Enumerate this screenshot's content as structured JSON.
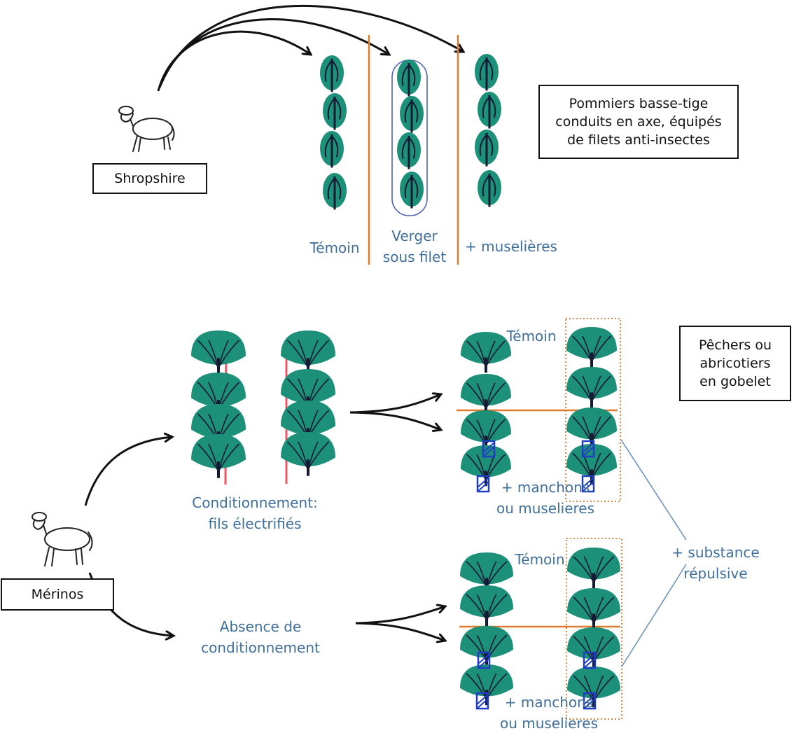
{
  "colors": {
    "foliage": "#1c9079",
    "foliage_dark": "#0f6f5c",
    "trunk": "#141a33",
    "divider_orange": "#e07b2e",
    "electric_wire": "#ee5566",
    "sleeve_blue": "#1f3ec4",
    "net_outline": "#4d62b8",
    "label_blue": "#3f6f9a",
    "arrow": "#111111",
    "connector": "#6f93b8",
    "dotted_box": "#d9884a"
  },
  "apple_section": {
    "breed_label": "Shropshire",
    "breed_icon": "sheep-sketch-icon",
    "description_box": "Pommiers basse-tige\nconduits en axe, équipés\nde filets anti-insectes",
    "treatments": [
      {
        "label": "Témoin"
      },
      {
        "label": "Verger\nsous filet"
      },
      {
        "label": "+ muselières"
      }
    ]
  },
  "peach_section": {
    "breed_label": "Mérinos",
    "breed_icon": "sheep-sketch-icon",
    "description_box": "Pêchers ou\nabricotiers\nen gobelet",
    "branches": [
      {
        "label": "Conditionnement:\nfils électrifiés"
      },
      {
        "label": "Absence de\nconditionnement"
      }
    ],
    "subgroups": [
      {
        "control_label": "Témoin",
        "sleeve_label": "+ manchons\nou muselieres"
      },
      {
        "control_label": "Témoin",
        "sleeve_label": "+ manchons\nou muselieres"
      }
    ],
    "repellent_label": "+ substance\nrépulsive"
  }
}
